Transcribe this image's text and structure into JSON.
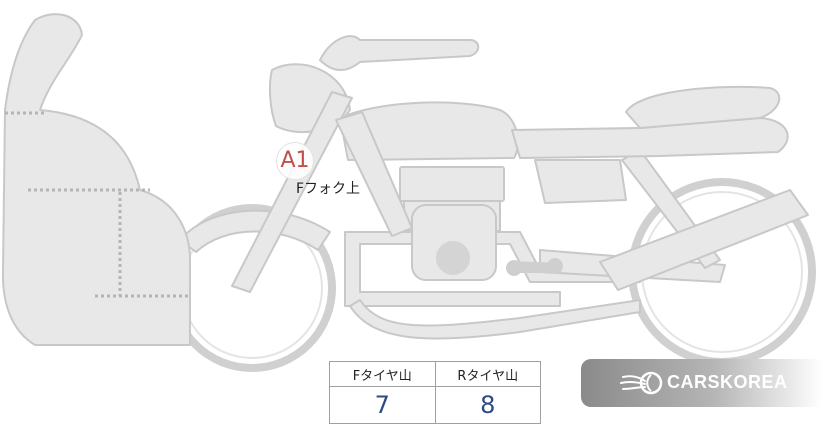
{
  "inspection_point": {
    "code": "A1",
    "label": "Fフォク上"
  },
  "tread_table": {
    "headers": [
      "Fタイヤ山",
      "Rタイヤ山"
    ],
    "values": [
      "7",
      "8"
    ]
  },
  "brand": {
    "name": "CARSKOREA"
  },
  "colors": {
    "part_fill": "#e8e8e8",
    "part_stroke": "#c8c8c8",
    "marker_text": "#c0504d",
    "value_text": "#2c4a85"
  }
}
